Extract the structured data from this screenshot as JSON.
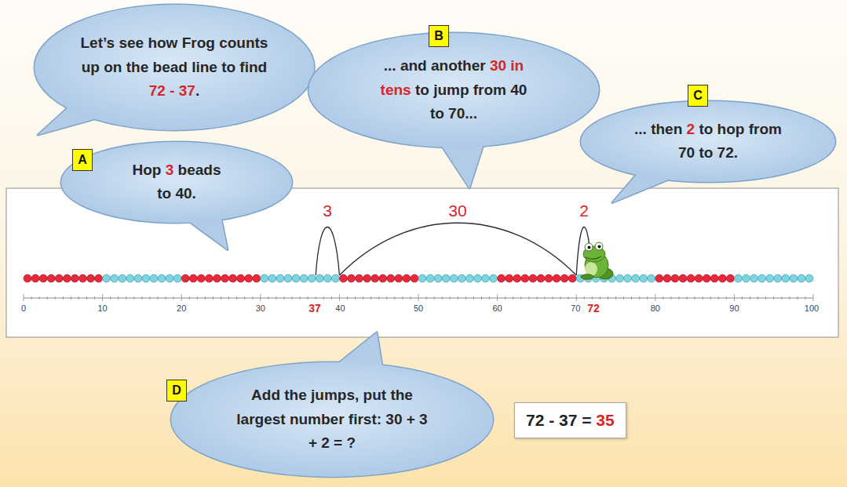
{
  "diagram": {
    "nodes": [
      {
        "text": [
          "Let’s see how Frog counts up on the bead line to find 72 - 37."
        ]
      },
      {
        "text": [
          "A"
        ]
      },
      {
        "text": [
          "Hop 3 beads to 40."
        ]
      },
      {
        "text": [
          "B"
        ]
      },
      {
        "text": [
          "... and another 30 in tens to jump from 40 to 70..."
        ]
      },
      {
        "text": [
          "C"
        ]
      },
      {
        "text": [
          "... then 2 to hop from 70 to 72."
        ]
      },
      {
        "text": [
          "D"
        ]
      },
      {
        "text": [
          "Add the jumps, put the largest number first: 30 + 3 + 2 = ?"
        ]
      },
      {
        "text": [
          "72 - 37 = 35"
        ]
      }
    ],
    "labels": [
      "3",
      "30",
      "2",
      "0",
      "10",
      "20",
      "30",
      "37",
      "40",
      "50",
      "60",
      "70",
      "72",
      "80",
      "90",
      "100"
    ]
  }
}
